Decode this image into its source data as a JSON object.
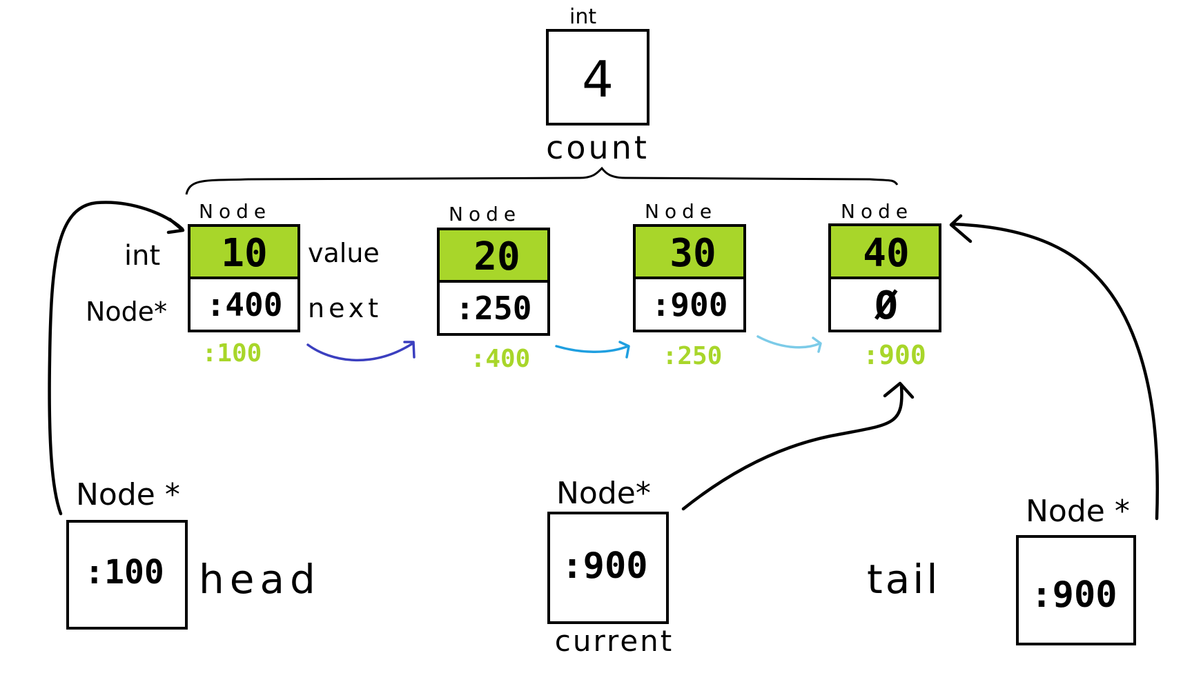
{
  "count": {
    "type_label": "int",
    "value": "4",
    "name": "count"
  },
  "row_labels": {
    "value_type": "int",
    "next_type": "Node*",
    "value_field": "value",
    "next_field": "next"
  },
  "nodes": [
    {
      "type_label": "Node",
      "value": "10",
      "next": ":400",
      "address": ":100"
    },
    {
      "type_label": "Node",
      "value": "20",
      "next": ":250",
      "address": ":400"
    },
    {
      "type_label": "Node",
      "value": "30",
      "next": ":900",
      "address": ":250"
    },
    {
      "type_label": "Node",
      "value": "40",
      "next": "Ø",
      "address": ":900"
    }
  ],
  "pointers": {
    "head": {
      "type_label": "Node *",
      "value": ":100",
      "name": "head"
    },
    "current": {
      "type_label": "Node*",
      "value": ":900",
      "name": "current"
    },
    "tail": {
      "type_label": "Node *",
      "value": ":900",
      "name": "tail"
    }
  },
  "colors": {
    "value_fill": "#a8d62a",
    "address_text": "#a8d62a",
    "arrow_1": "#3b3fbf",
    "arrow_2": "#1f9fe0",
    "arrow_3": "#7ccbe8",
    "ink": "#000000"
  }
}
